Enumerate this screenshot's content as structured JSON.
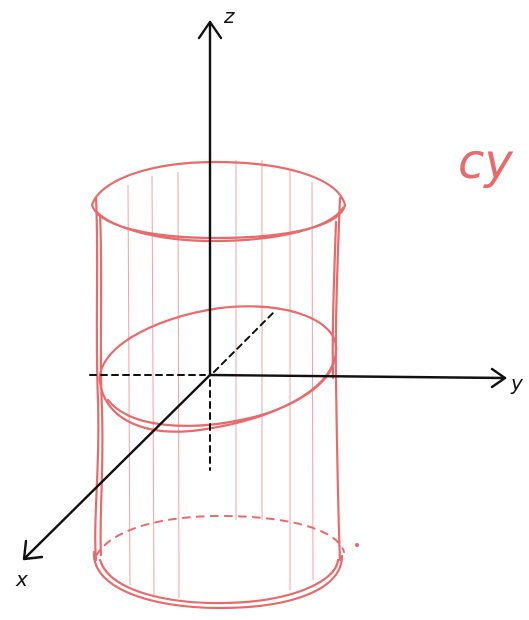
{
  "diagram": {
    "axis_labels": {
      "z": "z",
      "y": "y",
      "x": "x"
    },
    "handwritten_title": "cy",
    "colors": {
      "axis": "#111111",
      "sketch": "#e86a6a",
      "background": "#ffffff"
    }
  }
}
